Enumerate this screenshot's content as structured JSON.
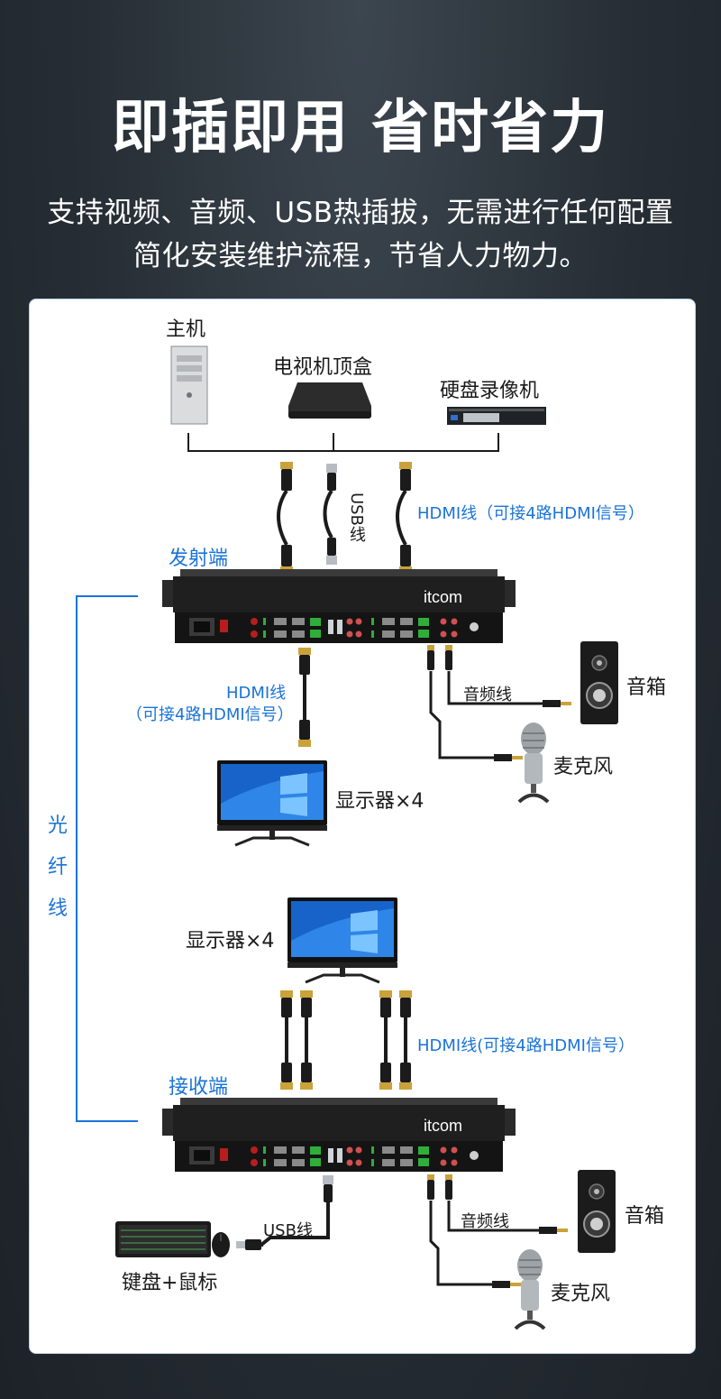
{
  "header": {
    "title": "即插即用 省时省力",
    "subtitle_line1": "支持视频、音频、USB热插拔，无需进行任何配置",
    "subtitle_line2": "简化安装维护流程，节省人力物力。"
  },
  "labels": {
    "host": "主机",
    "settop_box": "电视机顶盒",
    "nvr": "硬盘录像机",
    "usb_cable_vertical": "USB线",
    "hdmi_cable_top": "HDMI线（可接4路HDMI信号）",
    "transmitter": "发射端",
    "hdmi_cable_mid_line1": "HDMI线",
    "hdmi_cable_mid_line2": "（可接4路HDMI信号）",
    "audio_cable_tx": "音频线",
    "speaker_tx": "音箱",
    "mic_tx": "麦克风",
    "monitor_tx": "显示器×4",
    "fiber_cable": "光纤线",
    "monitor_rx": "显示器×4",
    "hdmi_cable_rx": "HDMI线(可接4路HDMI信号）",
    "receiver": "接收端",
    "usb_cable_rx": "USB线",
    "audio_cable_rx": "音频线",
    "speaker_rx": "音箱",
    "mic_rx": "麦克风",
    "keyboard_mouse": "键盘+鼠标"
  },
  "device": {
    "brand_logo": "itcom"
  },
  "colors": {
    "accent_blue": "#1a73d9",
    "background_dark": "#262d34",
    "panel": "#ffffff"
  }
}
